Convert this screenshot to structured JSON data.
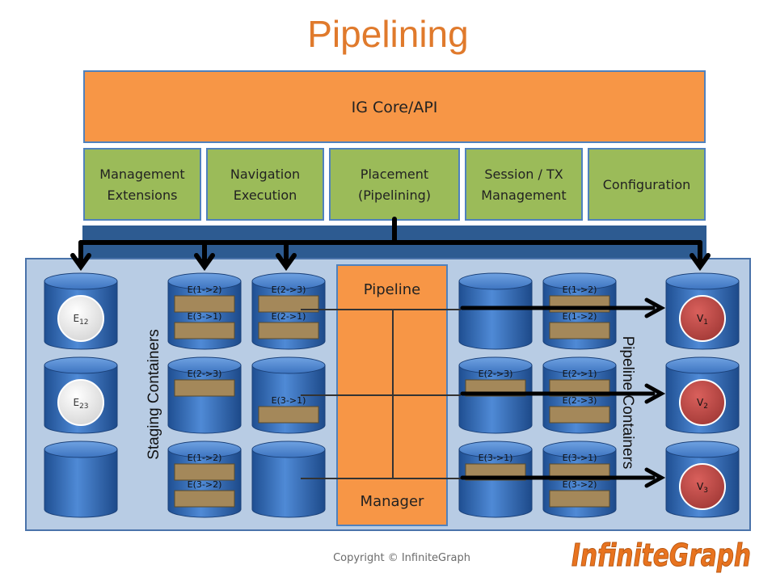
{
  "title": "Pipelining",
  "core_api": {
    "label": "IG Core/API"
  },
  "modules": [
    {
      "line1": "Management",
      "line2": "Extensions"
    },
    {
      "line1": "Navigation",
      "line2": "Execution"
    },
    {
      "line1": "Placement",
      "line2": "(Pipelining)"
    },
    {
      "line1": "Session / TX",
      "line2": "Management"
    },
    {
      "line1": "Configuration",
      "line2": ""
    }
  ],
  "pipeline_manager": {
    "top_label": "Pipeline",
    "bottom_label": "Manager"
  },
  "staging_label": "Staging Containers",
  "pipeline_label": "Pipeline Containers",
  "source_containers": [
    {
      "badge": "E",
      "sub": "12"
    },
    {
      "badge": "E",
      "sub": "23"
    },
    {
      "badge": "",
      "sub": ""
    }
  ],
  "staging_col1": [
    [
      "E(1->2)",
      "E(3->1)"
    ],
    [
      "E(2->3)"
    ],
    [
      "E(1->2)",
      "E(3->2)"
    ]
  ],
  "staging_col2": [
    [
      "E(2->3)",
      "E(2->1)"
    ],
    [
      "E(3->1)"
    ],
    []
  ],
  "pipeline_col1": [
    [],
    [
      "E(2->3)"
    ],
    [
      "E(3->1)"
    ]
  ],
  "pipeline_col2": [
    [
      "E(1->2)",
      "E(1->2)"
    ],
    [
      "E(2->1)",
      "E(2->3)"
    ],
    [
      "E(3->1)",
      "E(3->2)"
    ]
  ],
  "vertex_containers": [
    {
      "badge": "V",
      "sub": "1"
    },
    {
      "badge": "V",
      "sub": "2"
    },
    {
      "badge": "V",
      "sub": "3"
    }
  ],
  "footer": {
    "copyright": "Copyright © InfiniteGraph"
  },
  "logo": {
    "text": "InfiniteGraph"
  },
  "colors": {
    "title": "#e07a2c",
    "orange": "#f79646",
    "green": "#9bbb59",
    "bus": "#2d5b91",
    "panel": "#b8cce4",
    "cylinder": "#3a73c2",
    "bar": "#a4885a",
    "vertex": "#c0504d"
  }
}
